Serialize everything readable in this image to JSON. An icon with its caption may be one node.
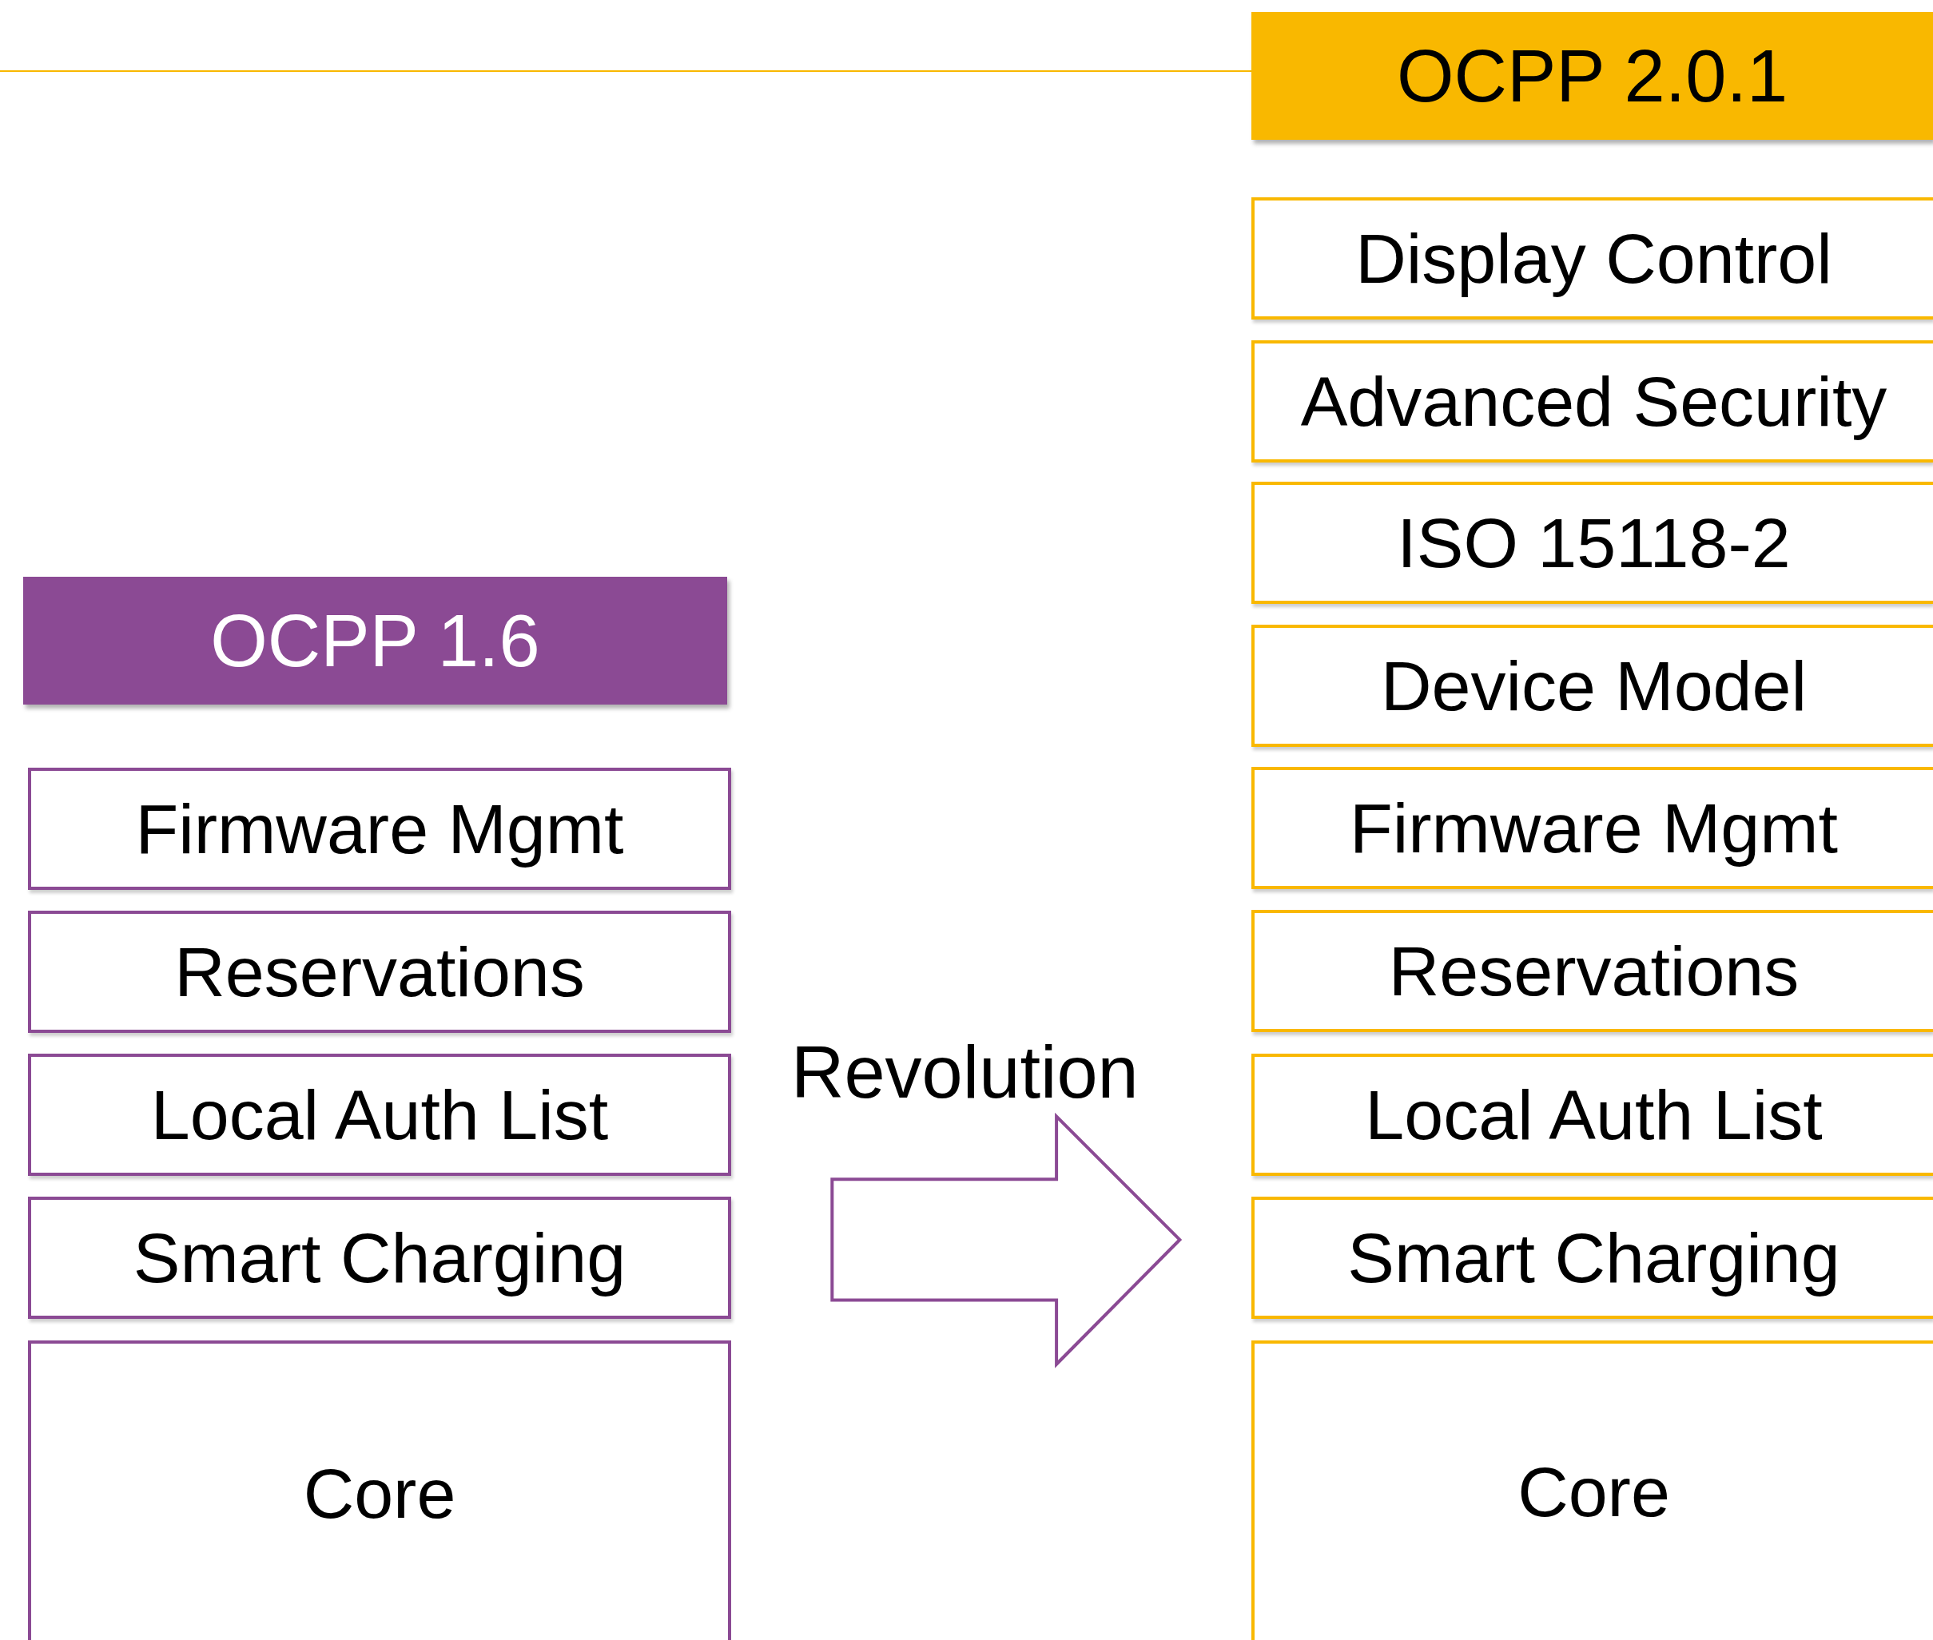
{
  "diagram": {
    "nodes": [
      {
        "text": [
          "OCPP 1.6"
        ]
      },
      {
        "text": [
          "Firmware Mgmt"
        ]
      },
      {
        "text": [
          "Reservations"
        ]
      },
      {
        "text": [
          "Local Auth List"
        ]
      },
      {
        "text": [
          "Smart Charging"
        ]
      },
      {
        "text": [
          "Core"
        ]
      },
      {
        "text": [
          "OCPP 2.0.1"
        ]
      },
      {
        "text": [
          "Display Control"
        ]
      },
      {
        "text": [
          "Advanced Security"
        ]
      },
      {
        "text": [
          "ISO 15118-2"
        ]
      },
      {
        "text": [
          "Device Model"
        ]
      },
      {
        "text": [
          "Firmware Mgmt"
        ]
      },
      {
        "text": [
          "Reservations"
        ]
      },
      {
        "text": [
          "Local Auth List"
        ]
      },
      {
        "text": [
          "Smart Charging"
        ]
      },
      {
        "text": [
          "Core"
        ]
      }
    ],
    "labels": [
      "Revolution"
    ]
  }
}
